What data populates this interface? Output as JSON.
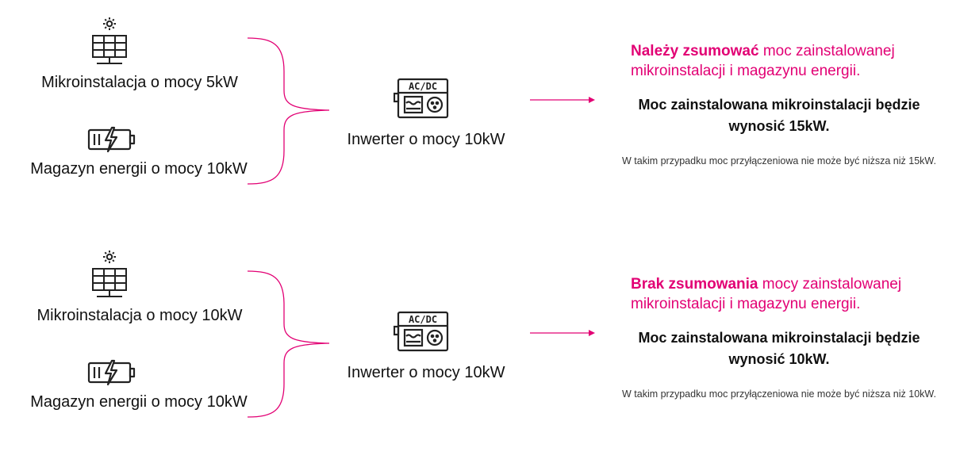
{
  "colors": {
    "accent": "#e20074",
    "text": "#111111",
    "icon": "#222222"
  },
  "icons": {
    "solar": "solar-panel-icon",
    "battery": "battery-icon",
    "inverter": "inverter-icon"
  },
  "scenarios": [
    {
      "solar_label": "Mikroinstalacja o mocy 5kW",
      "battery_label": "Magazyn energii o mocy 10kW",
      "inverter_label": "Inwerter o mocy 10kW",
      "inverter_text": "AC/DC",
      "headline_strong": "Należy zsumować",
      "headline_rest": " moc zainstalowanej mikroinstalacji i magazynu energii.",
      "statement": "Moc zainstalowana mikroinstalacji będzie wynosić 15kW.",
      "note": "W takim przypadku moc przyłączeniowa nie może być niższa niż 15kW."
    },
    {
      "solar_label": "Mikroinstalacja o mocy 10kW",
      "battery_label": "Magazyn energii o mocy 10kW",
      "inverter_label": "Inwerter o mocy 10kW",
      "inverter_text": "AC/DC",
      "headline_strong": "Brak zsumowania",
      "headline_rest": " mocy zainstalowanej mikroinstalacji i magazynu energii.",
      "statement": "Moc zainstalowana mikroinstalacji będzie wynosić 10kW.",
      "note": "W takim przypadku moc przyłączeniowa nie może być niższa niż 10kW."
    }
  ]
}
